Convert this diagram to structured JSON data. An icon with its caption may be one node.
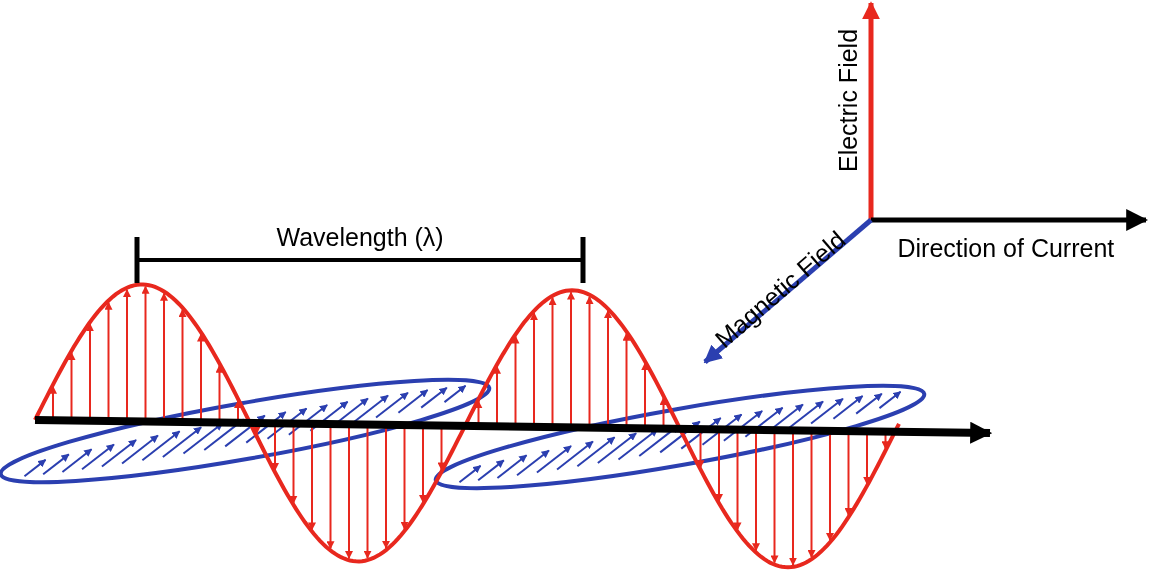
{
  "diagram": {
    "labels": [
      "Electric Field",
      "Wavelength (λ)",
      "Magnetic Field",
      "Direction of Current"
    ]
  }
}
